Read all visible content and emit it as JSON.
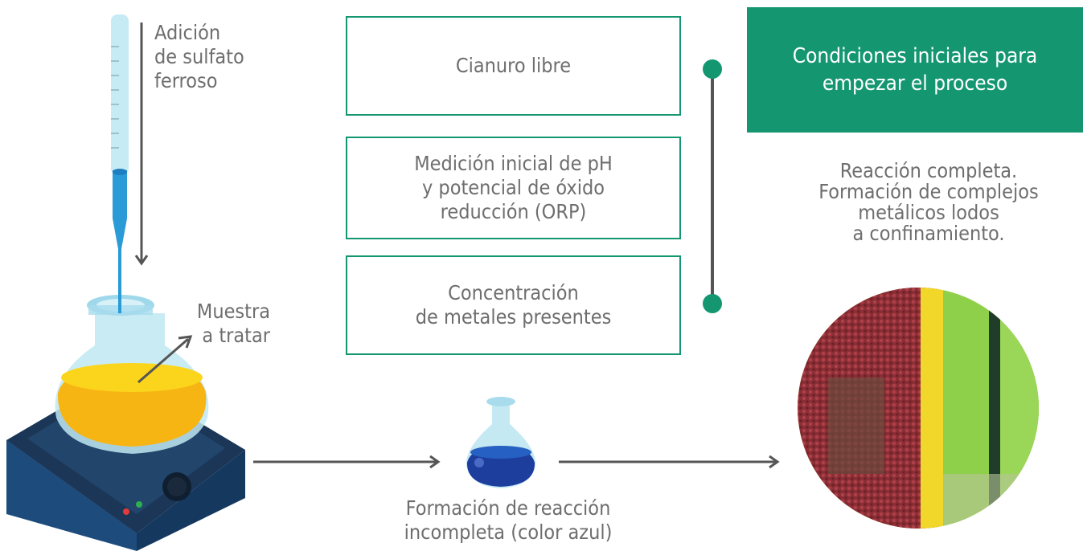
{
  "labels": {
    "addition": "Adición\nde sulfato\nferroso",
    "sample": "Muestra\na tratar",
    "incomplete": "Formación de reacción\nincompleta (color azul)",
    "complete": "Reacción completa.\nFormación de complejos\nmetálicos lodos\na confinamiento."
  },
  "boxes": [
    "Cianuro libre",
    "Medición inicial de pH\ny potencial de óxido\nreducción (ORP)",
    "Concentración\nde metales presentes"
  ],
  "header": "Condiciones iniciales para\nempezar el proceso",
  "colors": {
    "accent": "#149771",
    "text": "#6e6e6e",
    "flask_liquid": "#f7b514",
    "blue_liquid": "#1e3e9e",
    "hotplate": "#1b3e63"
  }
}
